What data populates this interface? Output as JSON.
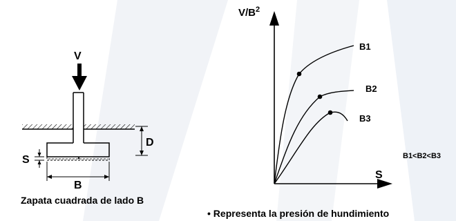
{
  "footing": {
    "load_label": "V",
    "settlement_label": "S",
    "depth_label": "D",
    "width_label": "B",
    "caption": "Zapata cuadrada de lado B"
  },
  "graph": {
    "y_axis_label": "V/B",
    "y_axis_exponent": "2",
    "x_axis_label": "S",
    "curves": [
      "B1",
      "B2",
      "B3"
    ],
    "relation_note": "B1<B2<B3",
    "bullet_note": "• Representa la presión de hundimiento"
  },
  "colors": {
    "ink": "#000000",
    "background": "#ffffff",
    "watermark": "#eef2f7"
  }
}
